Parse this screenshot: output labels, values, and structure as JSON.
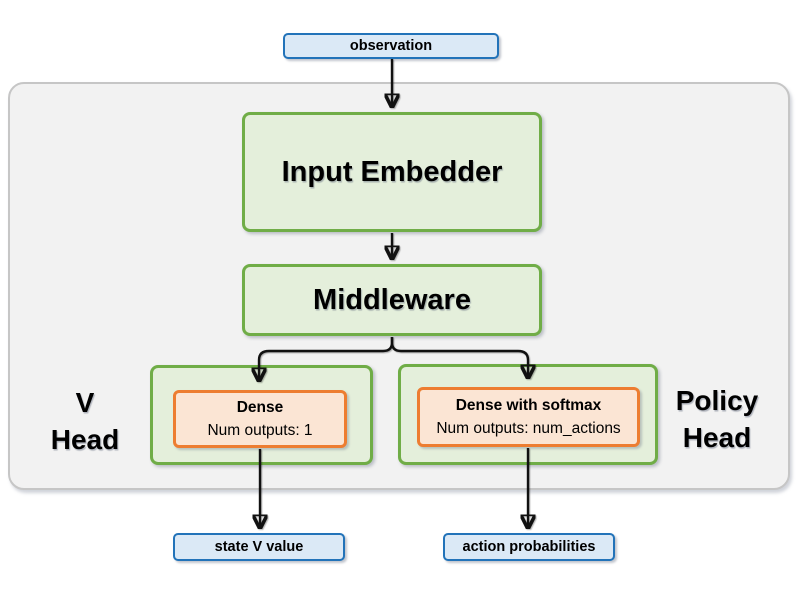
{
  "colors": {
    "blue_border": "#2273b9",
    "blue_fill": "#dbe9f6",
    "green_border": "#70ad47",
    "green_fill": "#e4efdb",
    "orange_border": "#ed7d31",
    "orange_fill": "#fbe5d4",
    "container_fill": "#f2f2f2",
    "container_border": "#c6c6c6",
    "arrow": "#111111",
    "text": "#000000"
  },
  "nodes": {
    "observation": {
      "label": "observation"
    },
    "input_embedder": {
      "label": "Input Embedder"
    },
    "middleware": {
      "label": "Middleware"
    },
    "v_head": {
      "group_label_line1": "V",
      "group_label_line2": "Head",
      "dense": {
        "title": "Dense",
        "subtitle": "Num outputs: 1"
      },
      "output": {
        "label": "state V value"
      }
    },
    "policy_head": {
      "group_label_line1": "Policy",
      "group_label_line2": "Head",
      "dense": {
        "title": "Dense with softmax",
        "subtitle": "Num outputs: num_actions"
      },
      "output": {
        "label": "action probabilities"
      }
    }
  }
}
